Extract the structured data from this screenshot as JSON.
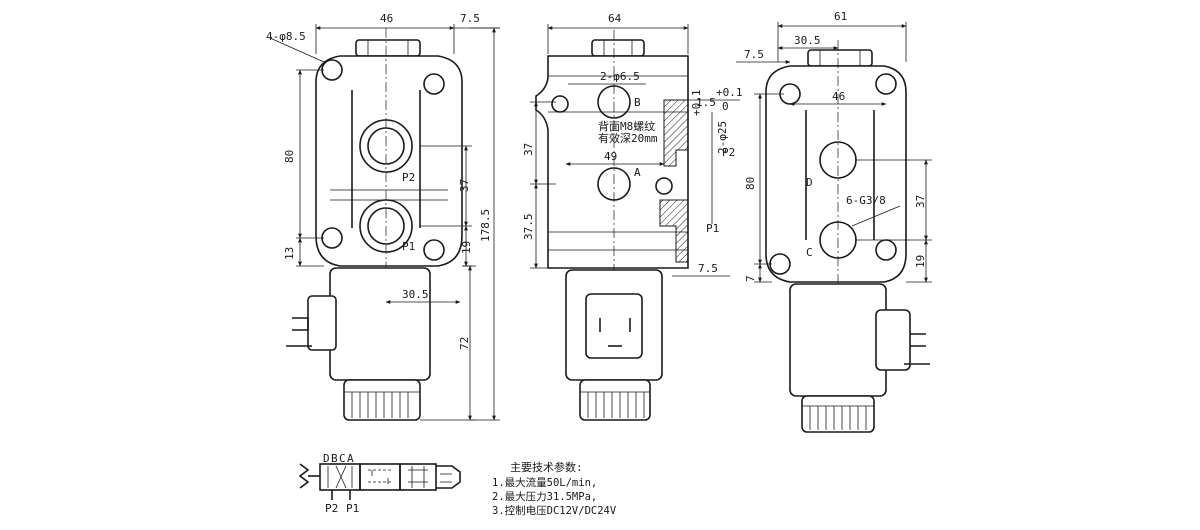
{
  "views": {
    "left": {
      "dims": {
        "top_width": "46",
        "top_offset": "7.5",
        "hole": "4-φ8.5",
        "height_80": "80",
        "height_13": "13",
        "port_spacing": "37",
        "port_offset": "19",
        "total_height": "178.5",
        "coil_offset": "30.5",
        "coil_length": "72"
      },
      "labels": {
        "p2": "P2",
        "p1": "P1"
      }
    },
    "middle": {
      "dims": {
        "top_width": "64",
        "hole": "2-φ6.5",
        "oring": "1.5",
        "tol": "+0.1",
        "tol_zero": "0",
        "bore": "2-φ25",
        "bore_tol": "+0.1",
        "height_37": "37",
        "height_37_5": "37.5",
        "center_49": "49",
        "right_offset": "7.5"
      },
      "labels": {
        "b": "B",
        "a": "A",
        "p2": "P2",
        "p1": "P1",
        "note_line1": "背面M8螺纹",
        "note_line2": "有效深20mm"
      }
    },
    "right": {
      "dims": {
        "top_width": "61",
        "top_offset": "30.5",
        "left_offset": "7.5",
        "inner_width": "46",
        "height_80": "80",
        "height_7": "7",
        "port_spacing": "37",
        "port_offset": "19",
        "ports": "6-G3/8"
      },
      "labels": {
        "d": "D",
        "c": "C"
      }
    }
  },
  "symbol": {
    "port_letters": [
      "D",
      "B",
      "C",
      "A"
    ],
    "bottom_labels": [
      "P2",
      "P1"
    ]
  },
  "specs": {
    "title": "主要技术参数:",
    "items": [
      "1.最大流量50L/min,",
      "2.最大压力31.5MPa,",
      "3.控制电压DC12V/DC24V"
    ]
  }
}
